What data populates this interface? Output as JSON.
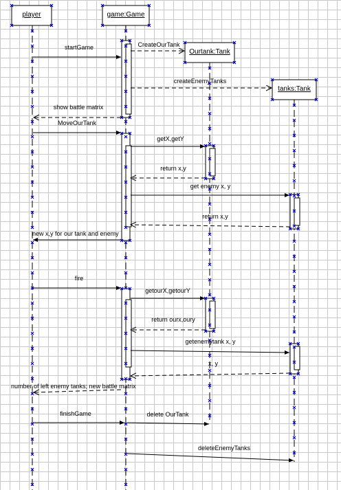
{
  "colors": {
    "line": "#000000",
    "handle": "#0000c8",
    "grid": "#c8c8c8",
    "background": "#ffffff"
  },
  "objects": [
    {
      "id": "player",
      "label": "player"
    },
    {
      "id": "game",
      "label": "game:Game"
    },
    {
      "id": "ourtank",
      "label": "Ourtank:Tank"
    },
    {
      "id": "tanks",
      "label": "tanks:Tank"
    }
  ],
  "messages": [
    {
      "label": "startGame",
      "from": "player",
      "to": "game",
      "kind": "call"
    },
    {
      "label": "CreateOurTank",
      "from": "game",
      "to": "ourtank",
      "kind": "create"
    },
    {
      "label": "createEnemyTanks",
      "from": "game",
      "to": "tanks",
      "kind": "create"
    },
    {
      "label": "show battle matrix",
      "from": "game",
      "to": "player",
      "kind": "return"
    },
    {
      "label": "MoveOurTank",
      "from": "player",
      "to": "game",
      "kind": "call"
    },
    {
      "label": "getX,getY",
      "from": "game",
      "to": "ourtank",
      "kind": "call"
    },
    {
      "label": "return x,y",
      "from": "ourtank",
      "to": "game",
      "kind": "return"
    },
    {
      "label": "get enemy x, y",
      "from": "game",
      "to": "tanks",
      "kind": "call"
    },
    {
      "label": "return x,y",
      "from": "tanks",
      "to": "game",
      "kind": "return"
    },
    {
      "label": "new x,y for our tank and enemy",
      "from": "game",
      "to": "player",
      "kind": "call"
    },
    {
      "label": "fire",
      "from": "player",
      "to": "game",
      "kind": "call"
    },
    {
      "label": "getourX,getourY",
      "from": "game",
      "to": "ourtank",
      "kind": "call"
    },
    {
      "label": "return ourx,oury",
      "from": "ourtank",
      "to": "game",
      "kind": "return"
    },
    {
      "label": "getenemytank x, y",
      "from": "game",
      "to": "tanks",
      "kind": "call"
    },
    {
      "label": "x, y",
      "from": "tanks",
      "to": "game",
      "kind": "return"
    },
    {
      "label": "number of left enemy tanks;  new battle matrix",
      "from": "game",
      "to": "player",
      "kind": "return"
    },
    {
      "label": "finishGame",
      "from": "player",
      "to": "game",
      "kind": "call"
    },
    {
      "label": "delete OurTank",
      "from": "game",
      "to": "ourtank",
      "kind": "call"
    },
    {
      "label": "deleteEnemyTanks",
      "from": "game",
      "to": "tanks",
      "kind": "call"
    }
  ]
}
